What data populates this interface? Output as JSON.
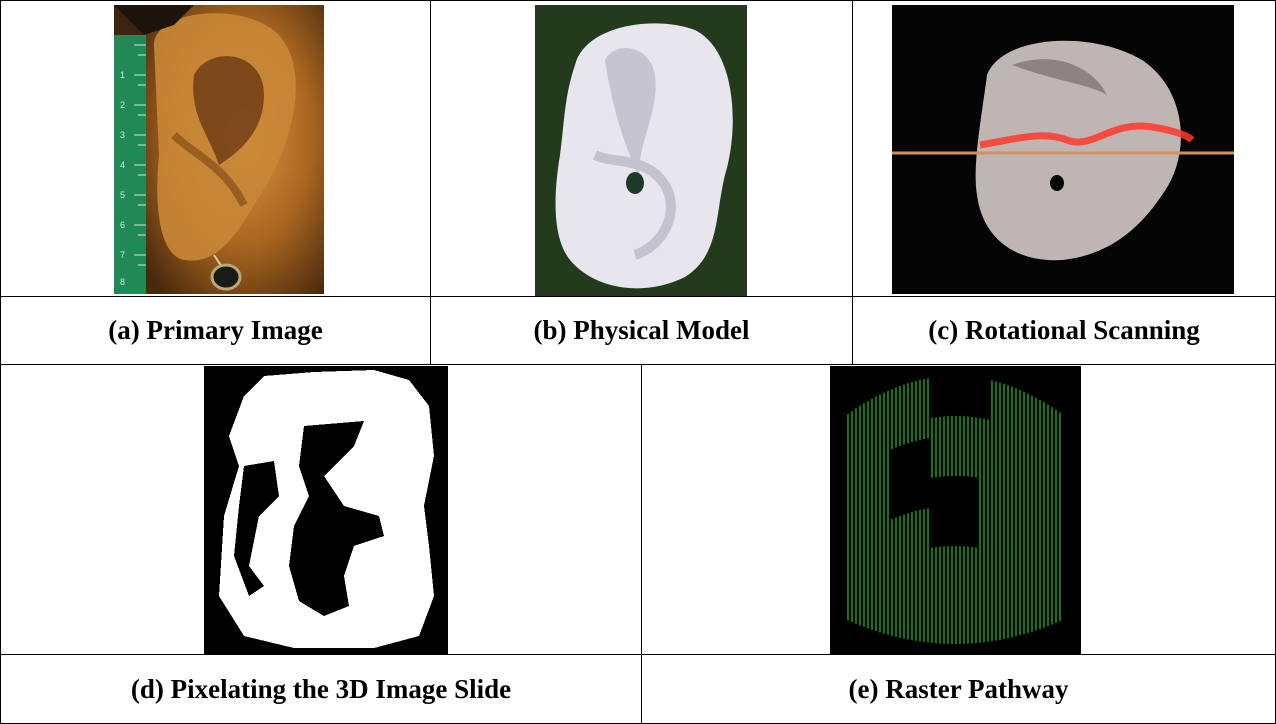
{
  "figure": {
    "panels": [
      {
        "label": "(a) Primary Image",
        "image": "ear-photo-with-ruler",
        "ruler_ticks": [
          "1",
          "2",
          "3",
          "4",
          "5",
          "6",
          "7",
          "8"
        ]
      },
      {
        "label": "(b) Physical Model",
        "image": "plaster-ear-model"
      },
      {
        "label": "(c) Rotational Scanning",
        "image": "laser-scanning-ear-model"
      },
      {
        "label": "(d) Pixelating the 3D Image Slide",
        "image": "binary-pixelated-slice"
      },
      {
        "label": "(e) Raster Pathway",
        "image": "green-raster-toolpath"
      }
    ],
    "colors": {
      "border": "#000000",
      "raster_green": "#22c12a",
      "laser_red": "#ff3a2a"
    }
  }
}
